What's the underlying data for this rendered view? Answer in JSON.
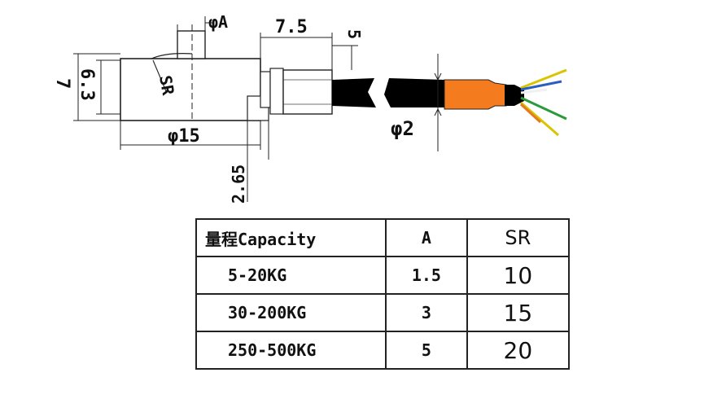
{
  "dimensions": {
    "phi_a": "φA",
    "len_7_5": "7.5",
    "val_5": "5",
    "val_7": "7",
    "val_6_3": "6.3",
    "sr": "SR",
    "phi_15": "φ15",
    "val_2_65": "2.65",
    "phi_2": "φ2"
  },
  "colors": {
    "body": "#ffffff",
    "outline": "#222222",
    "cable": "#000000",
    "sheath": "#f47c1f",
    "wire_yellow": "#d9c400",
    "wire_green": "#2a9b3a",
    "wire_orange": "#e8781e",
    "wire_blue": "#2a5fc0",
    "wire_white": "#f0f0f0"
  },
  "table": {
    "headers": {
      "capacity": "量程Capacity",
      "a": "A",
      "sr": "SR"
    },
    "rows": [
      {
        "capacity": "5-20KG",
        "a": "1.5",
        "sr": "10"
      },
      {
        "capacity": "30-200KG",
        "a": "3",
        "sr": "15"
      },
      {
        "capacity": "250-500KG",
        "a": "5",
        "sr": "20"
      }
    ]
  }
}
